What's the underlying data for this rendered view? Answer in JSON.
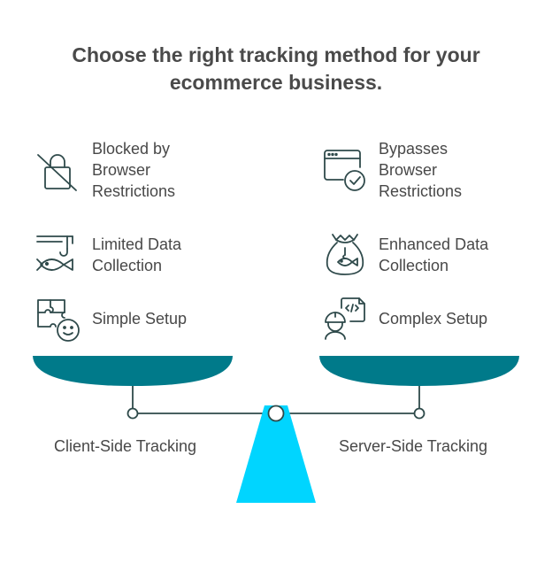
{
  "title": {
    "line1": "Choose the right tracking method for your",
    "line2": "ecommerce business."
  },
  "left": {
    "caption": "Client-Side Tracking",
    "items": [
      {
        "lines": [
          "Blocked by",
          "Browser",
          "Restrictions"
        ],
        "icon": "lock-slash-icon"
      },
      {
        "lines": [
          "Limited Data",
          "Collection"
        ],
        "icon": "fishing-hook-fish-icon"
      },
      {
        "lines": [
          "Simple Setup"
        ],
        "icon": "puzzle-smile-icon"
      }
    ]
  },
  "right": {
    "caption": "Server-Side Tracking",
    "items": [
      {
        "lines": [
          "Bypasses",
          "Browser",
          "Restrictions"
        ],
        "icon": "browser-check-icon"
      },
      {
        "lines": [
          "Enhanced Data",
          "Collection"
        ],
        "icon": "sack-fish-icon"
      },
      {
        "lines": [
          "Complex Setup"
        ],
        "icon": "developer-code-icon"
      }
    ]
  },
  "colors": {
    "pan": "#007a8a",
    "fulcrum": "#00d5ff",
    "beam": "#2e4a4a",
    "text": "#484848",
    "icon": "#2f4a4b"
  }
}
